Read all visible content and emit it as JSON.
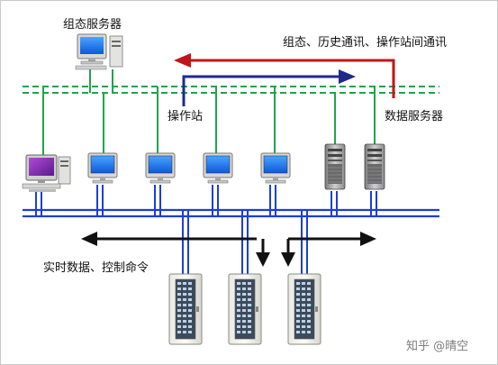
{
  "labels": {
    "config_server": "组态服务器",
    "comm_types": "组态、历史通讯、操作站间通讯",
    "operator_station": "操作站",
    "data_server": "数据服务器",
    "realtime_data": "实时数据、控制命令",
    "watermark": "知乎 @晴空"
  },
  "colors": {
    "green_network": "#22a34a",
    "blue_network": "#1b3fd6",
    "arrow_red": "#c0151b",
    "arrow_navy": "#1f2a8c",
    "arrow_black": "#111111"
  },
  "icons": {
    "config_server": "desktop-computer-icon",
    "operator_stations": "monitor-icon",
    "data_servers": "tower-server-icon",
    "control_cabinets": "control-cabinet-icon"
  }
}
